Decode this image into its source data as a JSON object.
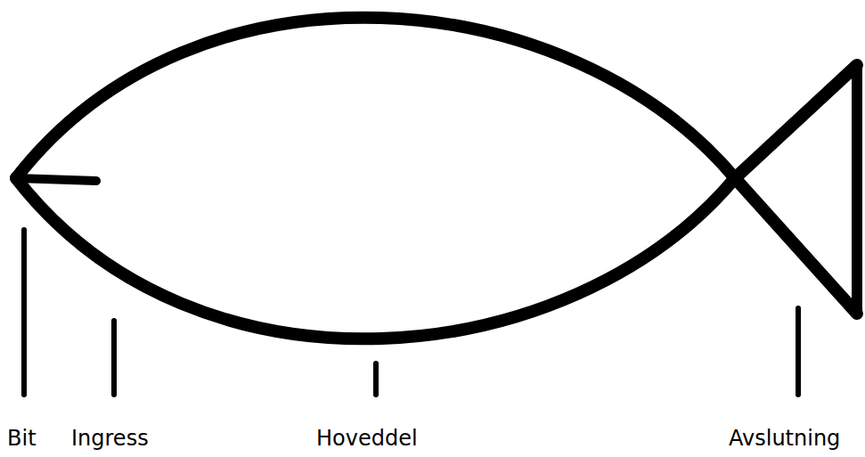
{
  "diagram": {
    "labels": [
      "Bit",
      "Ingress",
      "Hoveddel",
      "Avslutning"
    ]
  }
}
